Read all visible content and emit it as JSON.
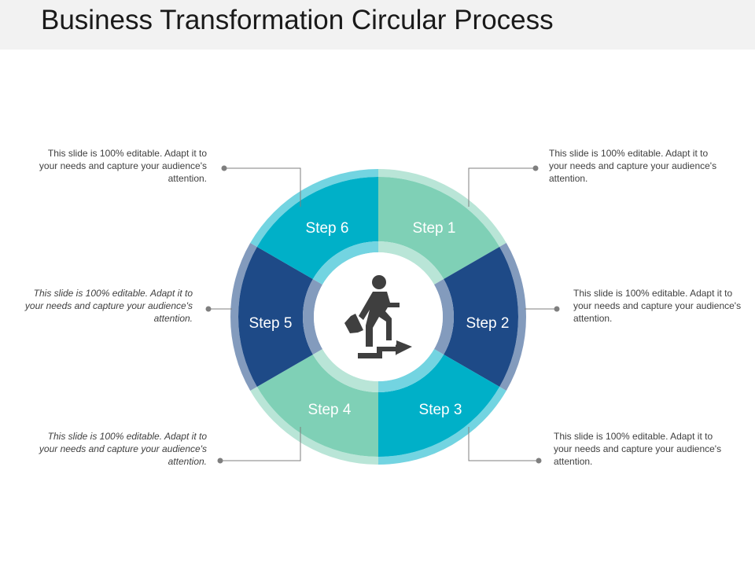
{
  "title": "Business Transformation Circular Process",
  "colors": {
    "teal": "#00b0c8",
    "mint": "#7fd0b6",
    "navy": "#1e4a87",
    "title_bg": "#f2f2f2",
    "connector": "#7f7f7f",
    "icon": "#3f3f3f"
  },
  "steps": [
    {
      "label": "Step 1",
      "color": "#7fd0b6"
    },
    {
      "label": "Step 2",
      "color": "#1e4a87"
    },
    {
      "label": "Step 3",
      "color": "#00b0c8"
    },
    {
      "label": "Step 4",
      "color": "#7fd0b6"
    },
    {
      "label": "Step 5",
      "color": "#1e4a87"
    },
    {
      "label": "Step 6",
      "color": "#00b0c8"
    }
  ],
  "notes": {
    "step1": "This slide is 100% editable. Adapt it to your needs and capture your audience's attention.",
    "step2": "This slide is 100% editable. Adapt it to your needs and capture your audience's attention.",
    "step3": "This slide is 100% editable. Adapt it to your needs and capture your audience's attention.",
    "step4": "This slide is 100% editable. Adapt it to your needs and capture your audience's attention.",
    "step5": "This slide is 100% editable. Adapt it to your needs and capture your audience's attention.",
    "step6": "This slide is 100% editable. Adapt it to your needs and capture your audience's attention."
  },
  "center_icon": "businessman-climbing-stairs-icon"
}
